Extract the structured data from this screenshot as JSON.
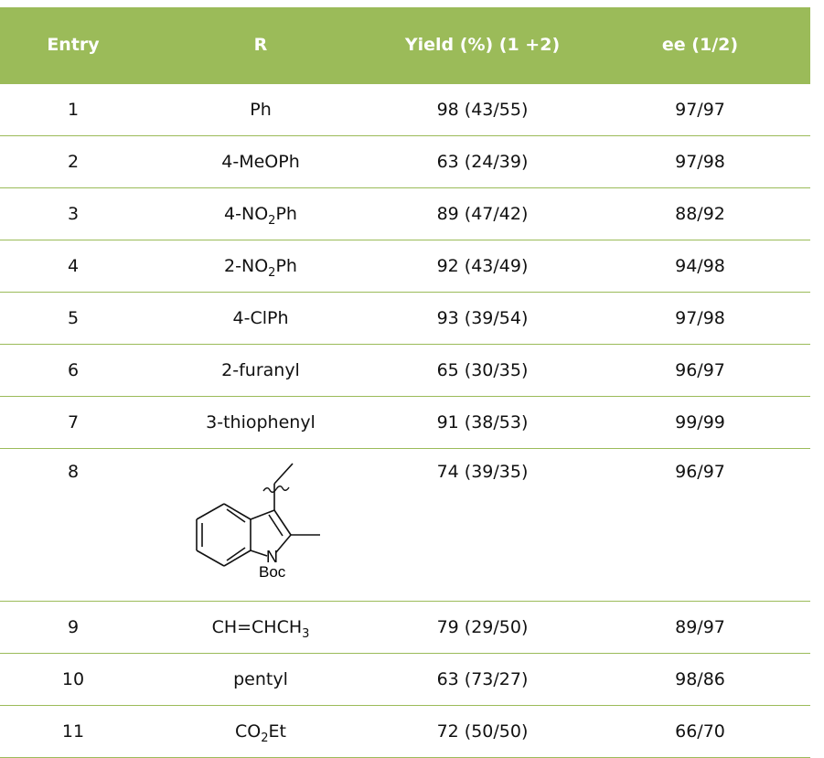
{
  "headers": {
    "entry": "Entry",
    "r": "R",
    "yield": "Yield (%) (1 +2)",
    "ee": "ee (1/2)"
  },
  "rows": [
    {
      "entry": "1",
      "r_main": "Ph",
      "r_sub": "",
      "r_tail": "",
      "yield": "98 (43/55)",
      "ee": "97/97"
    },
    {
      "entry": "2",
      "r_main": "4-MeOPh",
      "r_sub": "",
      "r_tail": "",
      "yield": "63 (24/39)",
      "ee": "97/98"
    },
    {
      "entry": "3",
      "r_main": "4-NO",
      "r_sub": "2",
      "r_tail": "Ph",
      "yield": "89 (47/42)",
      "ee": "88/92"
    },
    {
      "entry": "4",
      "r_main": "2-NO",
      "r_sub": "2",
      "r_tail": "Ph",
      "yield": "92 (43/49)",
      "ee": "94/98"
    },
    {
      "entry": "5",
      "r_main": "4-ClPh",
      "r_sub": "",
      "r_tail": "",
      "yield": "93 (39/54)",
      "ee": "97/98"
    },
    {
      "entry": "6",
      "r_main": "2-furanyl",
      "r_sub": "",
      "r_tail": "",
      "yield": "65 (30/35)",
      "ee": "96/97"
    },
    {
      "entry": "7",
      "r_main": "3-thiophenyl",
      "r_sub": "",
      "r_tail": "",
      "yield": "91 (38/53)",
      "ee": "99/99"
    },
    {
      "entry": "8",
      "r_main": "",
      "r_sub": "",
      "r_tail": "",
      "yield": "74 (39/35)",
      "ee": "96/97",
      "structure": {
        "atom_n": "N",
        "atom_boc": "Boc"
      }
    },
    {
      "entry": "9",
      "r_main": "CH=CHCH",
      "r_sub": "3",
      "r_tail": "",
      "yield": "79 (29/50)",
      "ee": "89/97"
    },
    {
      "entry": "10",
      "r_main": "pentyl",
      "r_sub": "",
      "r_tail": "",
      "yield": "63 (73/27)",
      "ee": "98/86"
    },
    {
      "entry": "11",
      "r_main": "CO",
      "r_sub": "2",
      "r_tail": "Et",
      "yield": "72 (50/50)",
      "ee": "66/70"
    }
  ],
  "colors": {
    "header_bg": "#9bbb59",
    "header_text": "#ffffff",
    "rule": "#9bbb59"
  }
}
